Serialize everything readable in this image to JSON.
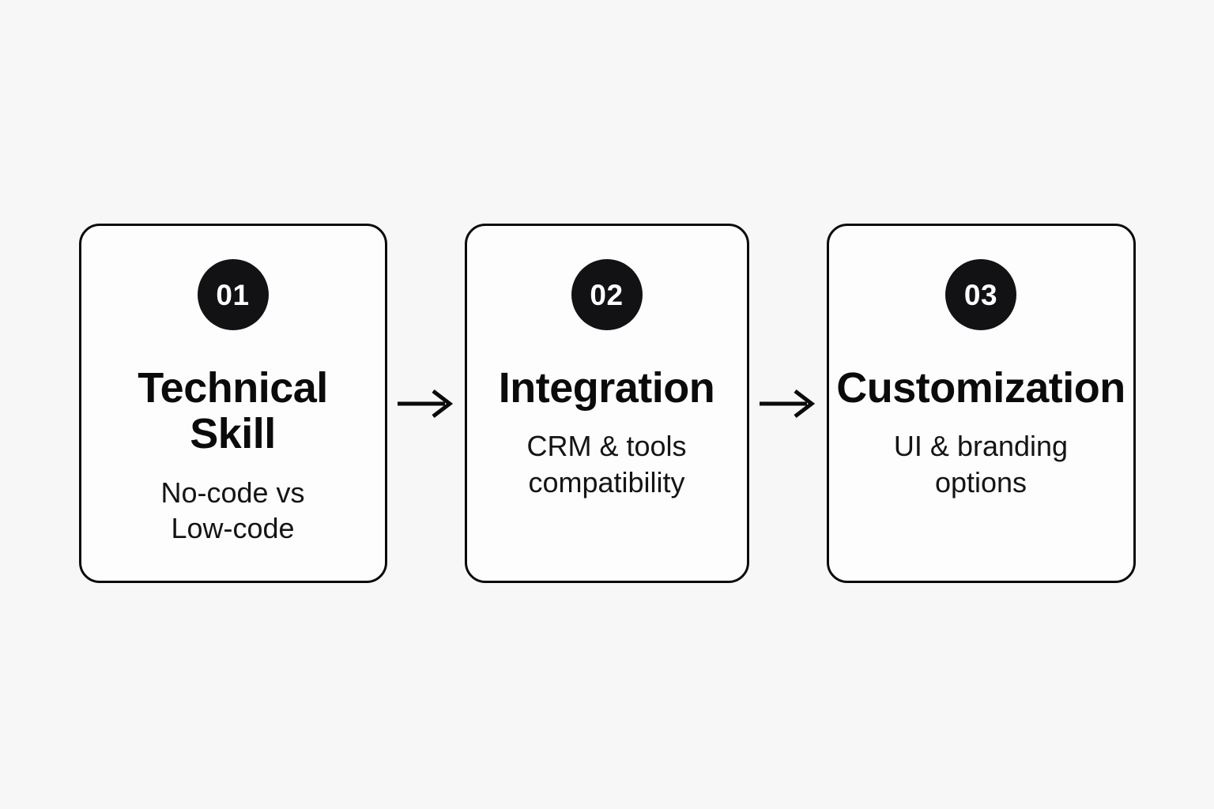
{
  "diagram": {
    "type": "horizontal-process-flow",
    "background_color": "#F7F7F8",
    "accent_color": "#121214",
    "border_color": "#0B0B0C",
    "card_fill": "#FDFDFD",
    "steps": [
      {
        "number": "01",
        "title": "Technical\nSkill",
        "subtitle": "No-code vs\nLow-code"
      },
      {
        "number": "02",
        "title": "Integration",
        "subtitle": "CRM & tools\ncompatibility"
      },
      {
        "number": "03",
        "title": "Customization",
        "subtitle": "UI & branding\noptions"
      }
    ],
    "connectors": [
      {
        "icon": "arrow-right-icon"
      },
      {
        "icon": "arrow-right-icon"
      }
    ]
  }
}
